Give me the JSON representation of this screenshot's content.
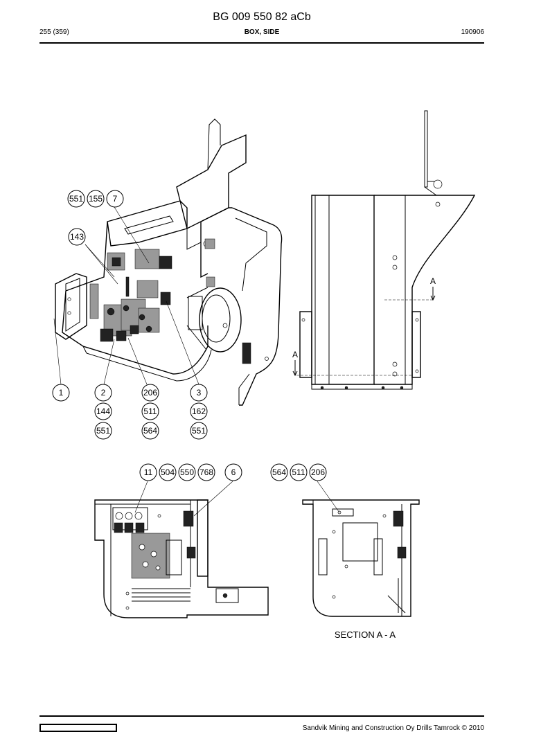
{
  "header": {
    "doc_code": "BG 009 550 82 aCb",
    "page_number": "255 (359)",
    "section_title": "BOX, SIDE",
    "date_code": "190906"
  },
  "drawing": {
    "section_label": "SECTION A - A",
    "section_marker": "A",
    "callouts": {
      "isometric": [
        "551",
        "155",
        "7",
        "143",
        "1",
        "2",
        "144",
        "551",
        "206",
        "511",
        "564",
        "3",
        "162",
        "551"
      ],
      "front_view": [
        "11",
        "504",
        "550",
        "768",
        "6"
      ],
      "section_view": [
        "564",
        "511",
        "206"
      ]
    }
  },
  "footer": {
    "copyright": "Sandvik Mining and Construction Oy Drills Tamrock © 2010"
  }
}
